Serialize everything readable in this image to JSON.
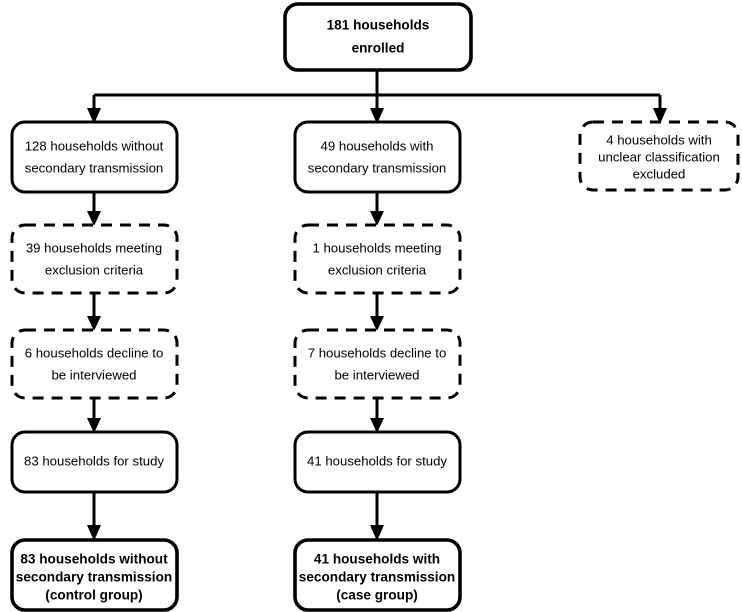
{
  "diagram": {
    "title": "Household enrollment flow diagram",
    "colors": {
      "stroke": "#000000",
      "background": "#ffffff",
      "text": "#000000"
    },
    "nodes": {
      "enrolled": {
        "style": "solid-bold",
        "lines": [
          "181 households",
          "enrolled"
        ]
      },
      "no_secondary": {
        "style": "solid",
        "lines": [
          "128 households without",
          "secondary transmission"
        ]
      },
      "with_secondary": {
        "style": "solid",
        "lines": [
          "49 households with",
          "secondary transmission"
        ]
      },
      "unclear_excluded": {
        "style": "dashed",
        "lines": [
          "4 households with",
          "unclear classification",
          "excluded"
        ]
      },
      "exclusion_left": {
        "style": "dashed",
        "lines": [
          "39 households meeting",
          "exclusion criteria"
        ]
      },
      "exclusion_right": {
        "style": "dashed",
        "lines": [
          "1 households meeting",
          "exclusion criteria"
        ]
      },
      "decline_left": {
        "style": "dashed",
        "lines": [
          "6 households decline to",
          "be interviewed"
        ]
      },
      "decline_right": {
        "style": "dashed",
        "lines": [
          "7 households decline to",
          "be interviewed"
        ]
      },
      "study_left": {
        "style": "solid",
        "lines": [
          "83 households for study"
        ]
      },
      "study_right": {
        "style": "solid",
        "lines": [
          "41 households for study"
        ]
      },
      "control_group": {
        "style": "solid-bold",
        "lines": [
          "83 households without",
          "secondary transmission",
          "(control group)"
        ]
      },
      "case_group": {
        "style": "solid-bold",
        "lines": [
          "41 households with",
          "secondary transmission",
          "(case  group)"
        ]
      }
    }
  }
}
